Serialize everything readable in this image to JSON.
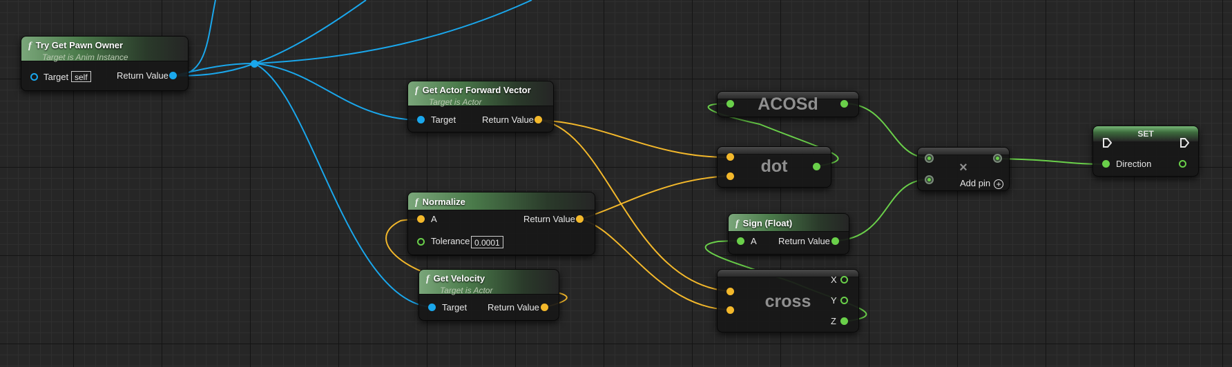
{
  "nodes": {
    "try_get_pawn_owner": {
      "title": "Try Get Pawn Owner",
      "subtitle": "Target is Anim Instance",
      "target_label": "Target",
      "target_value": "self",
      "return_label": "Return Value",
      "fn_icon": "f"
    },
    "get_actor_forward_vector": {
      "title": "Get Actor Forward Vector",
      "subtitle": "Target is Actor",
      "target_label": "Target",
      "return_label": "Return Value",
      "fn_icon": "f"
    },
    "normalize": {
      "title": "Normalize",
      "a_label": "A",
      "tolerance_label": "Tolerance",
      "tolerance_value": "0.0001",
      "return_label": "Return Value",
      "fn_icon": "f"
    },
    "get_velocity": {
      "title": "Get Velocity",
      "subtitle": "Target is Actor",
      "target_label": "Target",
      "return_label": "Return Value",
      "fn_icon": "f"
    },
    "acosd": {
      "title": "ACOSd"
    },
    "dot": {
      "title": "dot"
    },
    "sign_float": {
      "title": "Sign (Float)",
      "a_label": "A",
      "return_label": "Return Value",
      "fn_icon": "f"
    },
    "cross": {
      "title": "cross",
      "x_label": "X",
      "y_label": "Y",
      "z_label": "Z"
    },
    "multiply": {
      "title": "×",
      "add_pin_label": "Add pin",
      "add_icon": "+"
    },
    "set": {
      "title": "SET",
      "direction_label": "Direction"
    }
  },
  "colors": {
    "object_pin": "#1aa7ec",
    "vector_pin": "#f3b82b",
    "float_pin": "#6ad04a",
    "graph_bg": "#262626"
  }
}
